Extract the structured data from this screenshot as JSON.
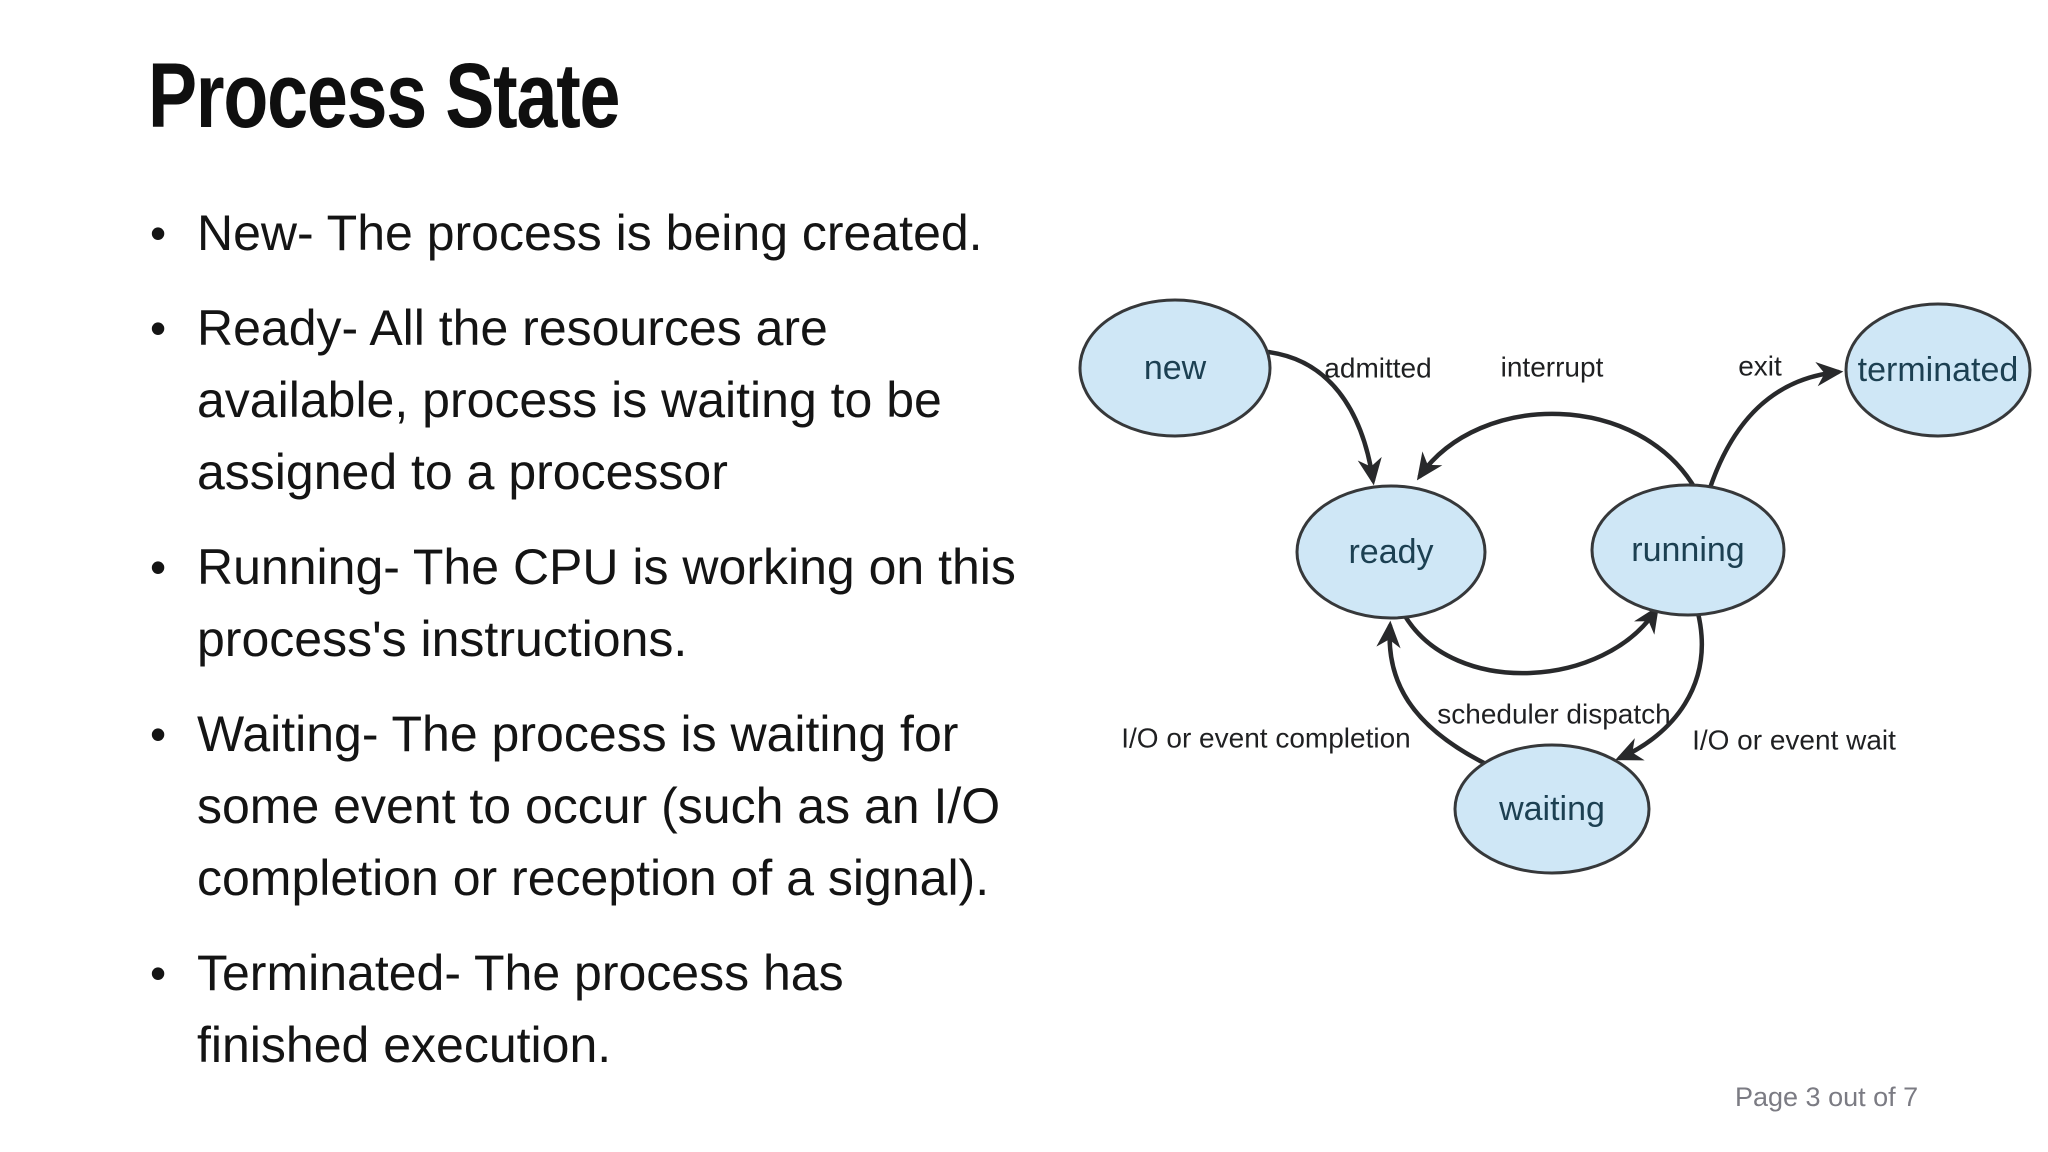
{
  "slide": {
    "title": "Process State",
    "bullet_glyph": "•",
    "bullets": [
      {
        "lines": [
          "New- The process is being created."
        ]
      },
      {
        "lines": [
          "Ready- All the resources are",
          "available, process is waiting to be",
          "assigned to a processor"
        ]
      },
      {
        "lines": [
          "Running- The CPU is working on this",
          "process's instructions."
        ]
      },
      {
        "lines": [
          "Waiting- The process is waiting for",
          "some event to occur (such as an I/O",
          "completion or reception of a signal)."
        ]
      },
      {
        "lines": [
          "Terminated- The process has",
          "finished execution."
        ]
      }
    ],
    "page_indicator": "Page 3 out of 7"
  },
  "diagram": {
    "type": "state-diagram",
    "states": [
      {
        "id": "new",
        "label": "new"
      },
      {
        "id": "ready",
        "label": "ready"
      },
      {
        "id": "running",
        "label": "running"
      },
      {
        "id": "waiting",
        "label": "waiting"
      },
      {
        "id": "terminated",
        "label": "terminated"
      }
    ],
    "transitions": [
      {
        "from": "new",
        "to": "ready",
        "label": "admitted"
      },
      {
        "from": "running",
        "to": "ready",
        "label": "interrupt"
      },
      {
        "from": "running",
        "to": "terminated",
        "label": "exit"
      },
      {
        "from": "ready",
        "to": "running",
        "label": "scheduler dispatch"
      },
      {
        "from": "running",
        "to": "waiting",
        "label": "I/O or event wait"
      },
      {
        "from": "waiting",
        "to": "ready",
        "label": "I/O or event completion"
      }
    ],
    "colors": {
      "state_fill": "#cfe7f6",
      "state_stroke": "#36383a",
      "state_text": "#1c4052",
      "arrow": "#28292b",
      "label_text": "#1f2022",
      "footer_text": "#7b7b83"
    }
  }
}
